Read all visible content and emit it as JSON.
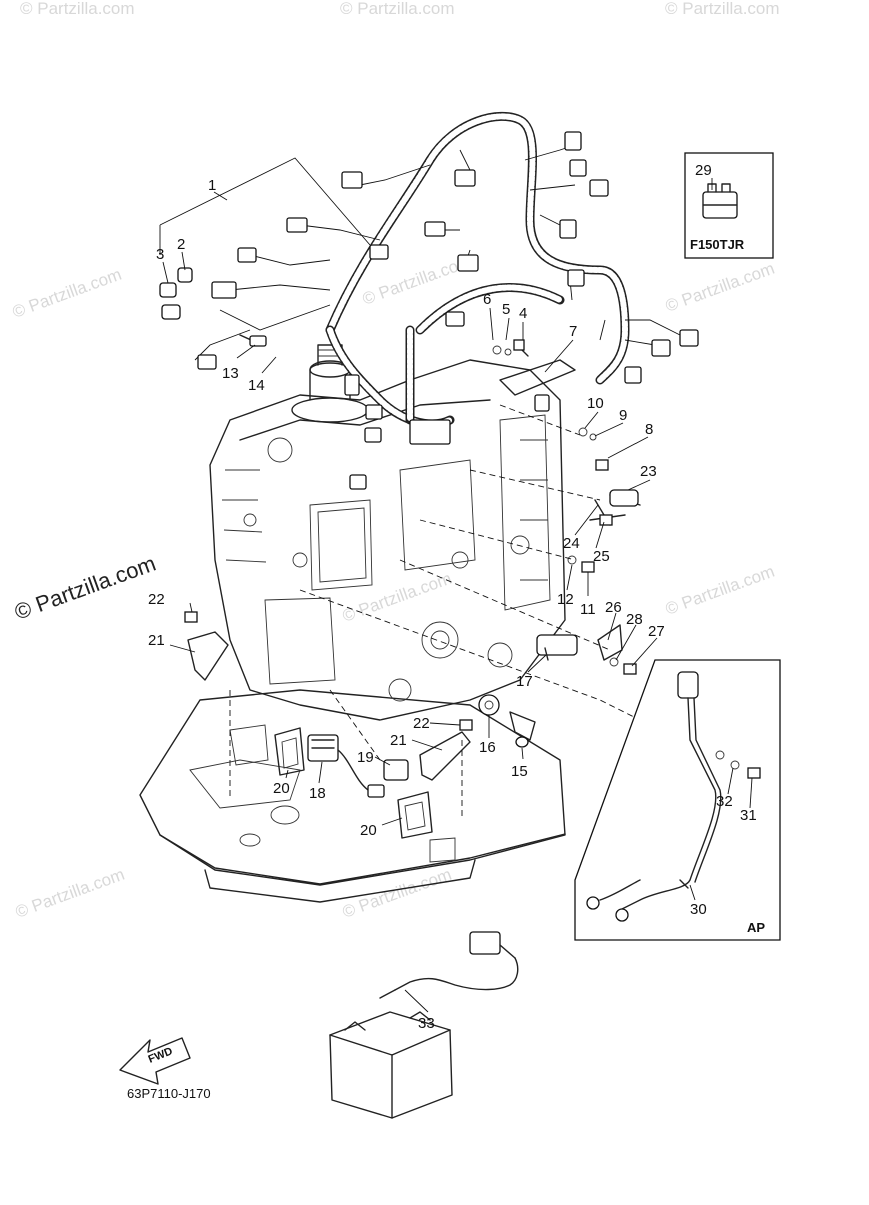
{
  "diagram": {
    "drawing_code": "63P7110-J170",
    "inset_model": "F150TJR",
    "inset_ap": "AP",
    "fwd_label": "FWD",
    "watermark": "© Partzilla.com",
    "watermark_faint": "© Partzilla.com",
    "callouts": {
      "c1": "1",
      "c2": "2",
      "c3": "3",
      "c4": "4",
      "c5": "5",
      "c6": "6",
      "c7": "7",
      "c8": "8",
      "c9": "9",
      "c10": "10",
      "c11": "11",
      "c12": "12",
      "c13": "13",
      "c14": "14",
      "c15": "15",
      "c16": "16",
      "c17": "17",
      "c18": "18",
      "c19": "19",
      "c20a": "20",
      "c20b": "20",
      "c21a": "21",
      "c21b": "21",
      "c22a": "22",
      "c22b": "22",
      "c23": "23",
      "c24": "24",
      "c25": "25",
      "c26": "26",
      "c27": "27",
      "c28": "28",
      "c29": "29",
      "c30": "30",
      "c31": "31",
      "c32": "32",
      "c33": "33"
    }
  }
}
